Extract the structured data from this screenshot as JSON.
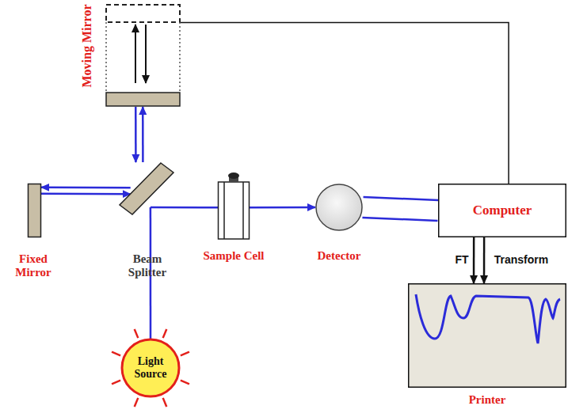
{
  "diagram": {
    "nodes": [
      {
        "text": [
          "Moving Mirror"
        ]
      },
      {
        "text": [
          "Fixed Mirror"
        ]
      },
      {
        "text": [
          "Beam Splitter"
        ]
      },
      {
        "text": [
          "Sample Cell"
        ]
      },
      {
        "text": [
          "Detector"
        ]
      },
      {
        "text": [
          "Computer"
        ]
      },
      {
        "text": [
          "Light Source"
        ]
      },
      {
        "text": [
          "Printer"
        ]
      }
    ],
    "edges": [
      {
        "from": 6,
        "to": 2,
        "arrow": "none"
      },
      {
        "from": 2,
        "to": 0,
        "arrow": "both"
      },
      {
        "from": 2,
        "to": 1,
        "arrow": "both"
      },
      {
        "from": 2,
        "to": 3,
        "arrow": "none"
      },
      {
        "from": 3,
        "to": 4,
        "arrow": "to"
      },
      {
        "from": 4,
        "to": 5,
        "arrow": "none"
      },
      {
        "from": 5,
        "to": 0,
        "arrow": "none"
      },
      {
        "from": 5,
        "to": 7,
        "arrow": "to",
        "label": "FT"
      },
      {
        "from": 5,
        "to": 7,
        "arrow": "to",
        "label": "Transform"
      }
    ]
  }
}
